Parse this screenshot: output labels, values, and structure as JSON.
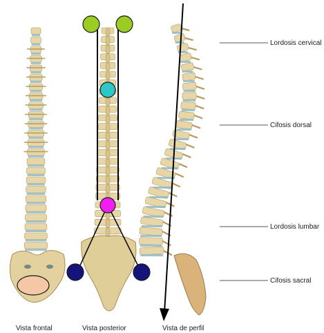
{
  "views": {
    "frontal": "Vista frontal",
    "posterior": "Vista posterior",
    "profile": "Vista de perfil"
  },
  "regions": {
    "cervical": "Lordosis cervical",
    "dorsal": "Cifosis dorsal",
    "lumbar": "Lordosis lumbar",
    "sacral": "Cifosis sacral"
  },
  "colors": {
    "bone": "#e7d7a8",
    "bone_dark": "#b39a5e",
    "disc": "#8fb8c4",
    "marker_shoulder": "#9ccc24",
    "marker_thoracic": "#2ec7c7",
    "marker_lumbar": "#f01ef0",
    "marker_pelvis": "#14147a",
    "marker_frontal_pelvis": "#f6c7a6"
  }
}
